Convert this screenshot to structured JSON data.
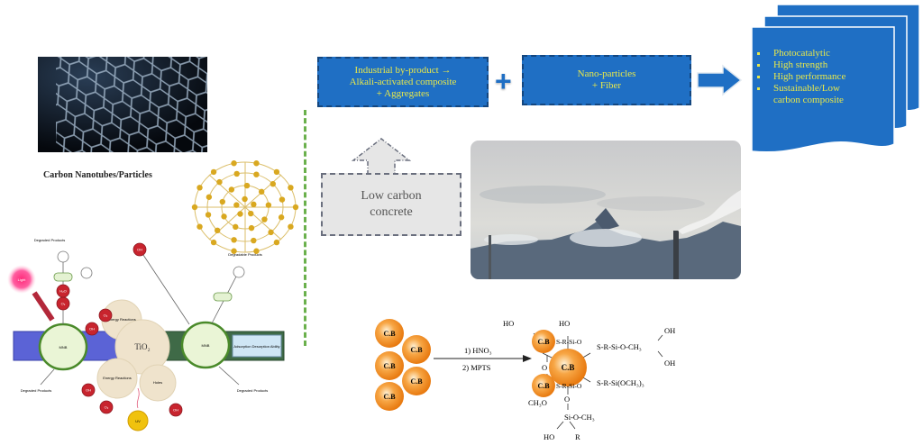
{
  "left_panel": {
    "nanotube_caption": "Carbon Nanotubes/Particles",
    "mechanism": {
      "labels": {
        "degraded_top_left": "Degraded Products",
        "degraded_top_right": "Degradable Products",
        "degraded_bottom_left": "Degraded Products",
        "degraded_bottom_right": "Degraded Products",
        "light": "Light",
        "left_node": "MNB",
        "right_node": "MNB",
        "center": "TiO₂",
        "energy_top": "Energy Reactions",
        "energy_bottom": "Energy Reactions",
        "bottom_right_blob": "Holes",
        "right_box": "Adsorption Desorption Ability",
        "yellow_circle": "UV",
        "radicals": [
          "OH",
          "O₂",
          "H₂O",
          "OH",
          "O₂",
          "OH",
          "O₂",
          "OH"
        ]
      }
    }
  },
  "flow": {
    "box1": [
      "Industrial by-product →",
      "Alkali-activated composite",
      "+ Aggregates"
    ],
    "plus": "+",
    "box2": [
      "Nano-particles",
      "+ Fiber"
    ],
    "result_bullets": [
      "Photocatalytic",
      "High strength",
      "High performance",
      "Sustainable/Low"
    ],
    "result_continuation": "carbon composite",
    "low_carbon": [
      "Low carbon",
      "concrete"
    ]
  },
  "reaction": {
    "cb_label": "C.B",
    "step1": "1) HNO₃",
    "step2": "2) MPTS",
    "groups": {
      "ho_top_left": "HO",
      "ho_top": "HO",
      "oh_top_right": "OH",
      "oh_right": "OH",
      "sr_si_o_1": "S-R-Si-O",
      "sr_si_o_2": "S-R-Si-O",
      "o_bridge": "O",
      "ch3o": "CH₃O",
      "sr_si_och3": "S-R-Si-O-CH₃",
      "sr_si_och3_3": "S-R-Si(OCH₃)₃",
      "o_bottom": "O",
      "si_o_ch3": "Si-O-CH₃",
      "ho_bottom": "HO",
      "r_bottom": "R"
    }
  },
  "colors": {
    "flow_blue": "#1f6fc4",
    "flow_text": "#e8e84a",
    "divider_green": "#6ab04c",
    "cb_orange": "#f28c28",
    "low_carbon_fill": "#e6e6e6"
  }
}
